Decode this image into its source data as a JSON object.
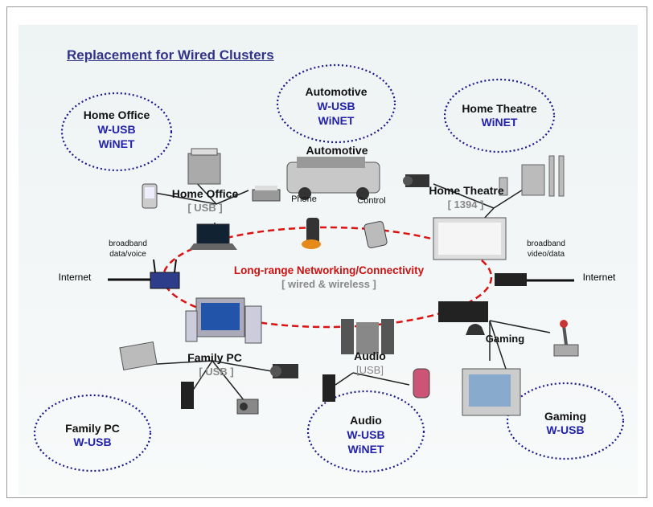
{
  "title": "Replacement for Wired Clusters",
  "bubbles": {
    "home_office": {
      "title": "Home Office",
      "lines": [
        "W-USB",
        "WiNET"
      ]
    },
    "automotive": {
      "title": "Automotive",
      "lines": [
        "W-USB",
        "WiNET"
      ]
    },
    "home_theatre": {
      "title": "Home Theatre",
      "lines": [
        "WiNET"
      ]
    },
    "family_pc": {
      "title": "Family PC",
      "lines": [
        "W-USB"
      ]
    },
    "audio": {
      "title": "Audio",
      "lines": [
        "W-USB",
        "WiNET"
      ]
    },
    "gaming": {
      "title": "Gaming",
      "lines": [
        "W-USB"
      ]
    }
  },
  "clusters": {
    "home_office": {
      "label": "Home Office",
      "sub": "[ USB ]"
    },
    "automotive": {
      "label": "Automotive"
    },
    "home_theatre": {
      "label": "Home Theatre",
      "sub": "[ 1394 ]"
    },
    "family_pc": {
      "label": "Family PC",
      "sub": "[ USB ]"
    },
    "audio": {
      "label": "Audio",
      "sub": "[USB]"
    },
    "gaming": {
      "label": "Gaming"
    }
  },
  "devices": {
    "phone": "Phone",
    "control": "Control"
  },
  "center": {
    "line1": "Long-range Networking/Connectivity",
    "line2": "[ wired & wireless ]"
  },
  "internet_left": "Internet",
  "internet_right": "Internet",
  "broadband_left": [
    "broadband",
    "data/voice"
  ],
  "broadband_right": [
    "broadband",
    "video/data"
  ],
  "colors": {
    "ellipse": "#1a1a8c",
    "ring": "#dd1111",
    "title": "#33338a",
    "tech": "#2222aa"
  }
}
